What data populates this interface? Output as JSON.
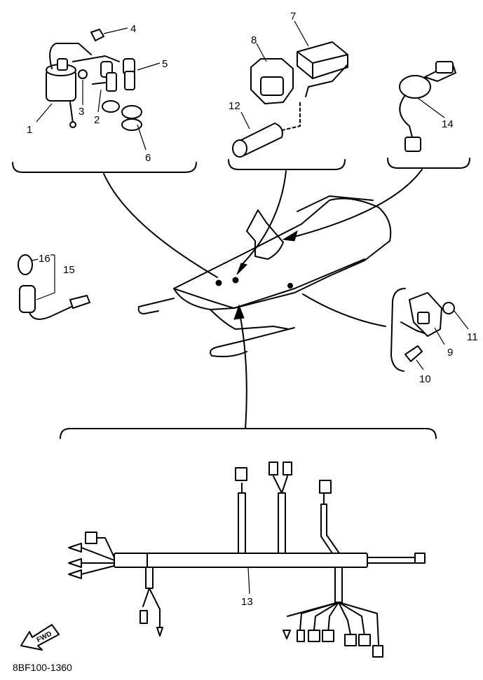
{
  "callouts": [
    {
      "id": "c1",
      "text": "1"
    },
    {
      "id": "c2",
      "text": "2"
    },
    {
      "id": "c3",
      "text": "3"
    },
    {
      "id": "c4",
      "text": "4"
    },
    {
      "id": "c5",
      "text": "5"
    },
    {
      "id": "c6",
      "text": "6"
    },
    {
      "id": "c7",
      "text": "7"
    },
    {
      "id": "c8",
      "text": "8"
    },
    {
      "id": "c9",
      "text": "9"
    },
    {
      "id": "c10",
      "text": "10"
    },
    {
      "id": "c11",
      "text": "11"
    },
    {
      "id": "c12",
      "text": "12"
    },
    {
      "id": "c13",
      "text": "13"
    },
    {
      "id": "c14",
      "text": "14"
    },
    {
      "id": "c15",
      "text": "15"
    },
    {
      "id": "c16",
      "text": "16"
    }
  ],
  "fwd_label": "FWD",
  "drawing_code": "8BF100-1360"
}
